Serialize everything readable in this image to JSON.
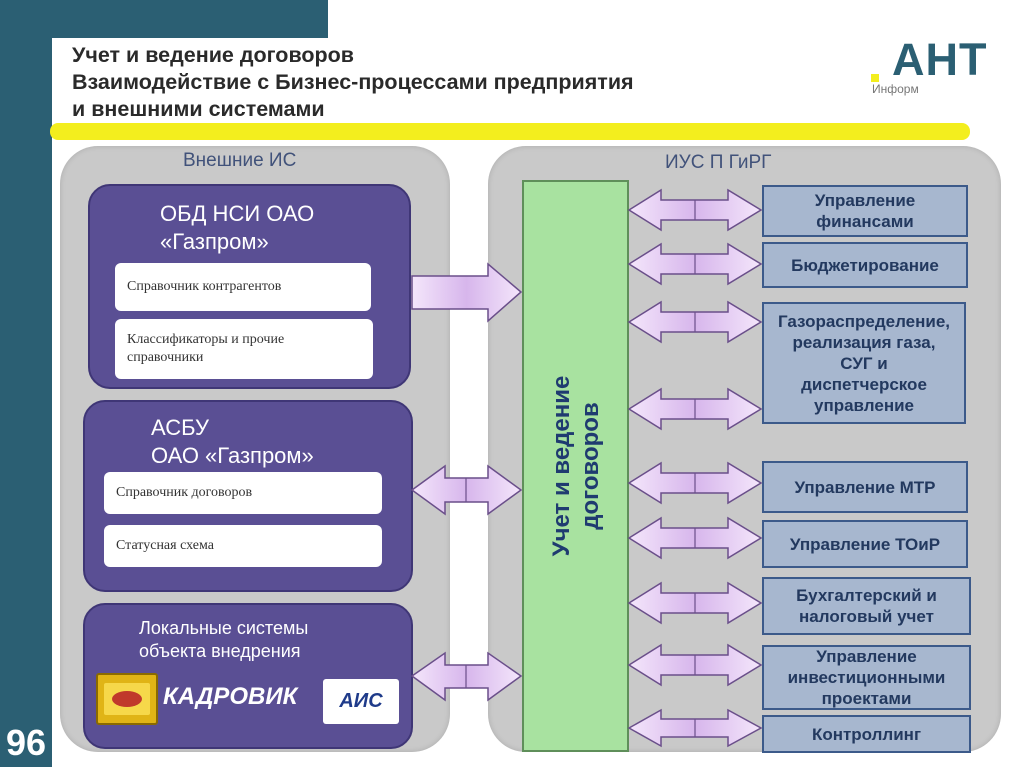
{
  "slide_number": "96",
  "title": {
    "line1": "Учет и ведение договоров",
    "line2": "Взаимодействие с Бизнес-процессами предприятия",
    "line3": "и внешними системами"
  },
  "logo": {
    "name": "АНТ",
    "subtitle": "Информ"
  },
  "external_panel": {
    "label": "Внешние ИС",
    "systems": [
      {
        "title_line1": "ОБД НСИ ОАО",
        "title_line2": "«Газпром»",
        "items": [
          "Справочник контрагентов",
          "Классификаторы и прочие справочники"
        ]
      },
      {
        "title_line1": "АСБУ",
        "title_line2": "ОАО «Газпром»",
        "items": [
          "Справочник договоров",
          "Статусная схема"
        ]
      },
      {
        "title_line1": "Локальные системы",
        "title_line2": "объекта внедрения",
        "logos": [
          "КАДРОВИК",
          "АИС"
        ]
      }
    ]
  },
  "ius_panel": {
    "label": "ИУС П ГиРГ",
    "central": {
      "line1": "Учет и ведение",
      "line2": "договоров"
    },
    "processes": [
      "Управление\nфинансами",
      "Бюджетирование",
      "Газораспределение,\nреализация газа,\nСУГ и\nдиспетчерское\nуправление",
      "Управление МТР",
      "Управление ТОиР",
      "Бухгалтерский и\nналоговый учет",
      "Управление\nинвестиционными\nпроектами",
      "Контроллинг"
    ]
  },
  "colors": {
    "teal": "#2b5f73",
    "yellow": "#f3ee1e",
    "purple": "#5a4f94",
    "green": "#a8e2a0",
    "process_fill": "#a7b7cf",
    "arrow_fill": "#e8cdf5"
  }
}
